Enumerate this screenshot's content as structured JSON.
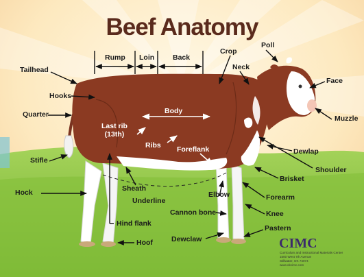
{
  "title": "Beef Anatomy",
  "labels": {
    "poll": "Poll",
    "crop": "Crop",
    "rump": "Rump",
    "loin": "Loin",
    "back": "Back",
    "neck": "Neck",
    "tailhead": "Tailhead",
    "face": "Face",
    "hooks": "Hooks",
    "muzzle": "Muzzle",
    "quarter": "Quarter",
    "body": "Body",
    "last_rib": "Last rib",
    "last_rib_num": "(13th)",
    "ribs": "Ribs",
    "foreflank": "Foreflank",
    "dewlap": "Dewlap",
    "stifle": "Stifle",
    "shoulder": "Shoulder",
    "brisket": "Brisket",
    "sheath": "Sheath",
    "hock": "Hock",
    "underline": "Underline",
    "elbow": "Elbow",
    "forearm": "Forearm",
    "cannon_bone": "Cannon bone",
    "knee": "Knee",
    "hind_flank": "Hind flank",
    "pastern": "Pastern",
    "dewclaw": "Dewclaw",
    "hoof": "Hoof"
  },
  "logo": {
    "name": "CIMC",
    "line1": "Curriculum and Instructional Materials Center",
    "line2": "1500 West 7th Avenue",
    "line3": "Stillwater, OK 74074",
    "line4": "www.okcimc.com"
  },
  "colors": {
    "coat_brown": "#8b3a22",
    "coat_white": "#ffffff",
    "grass": "#8cc63f",
    "sky": "#fdf2d4",
    "title": "#5a2a1c",
    "logo": "#3b2a6b"
  }
}
